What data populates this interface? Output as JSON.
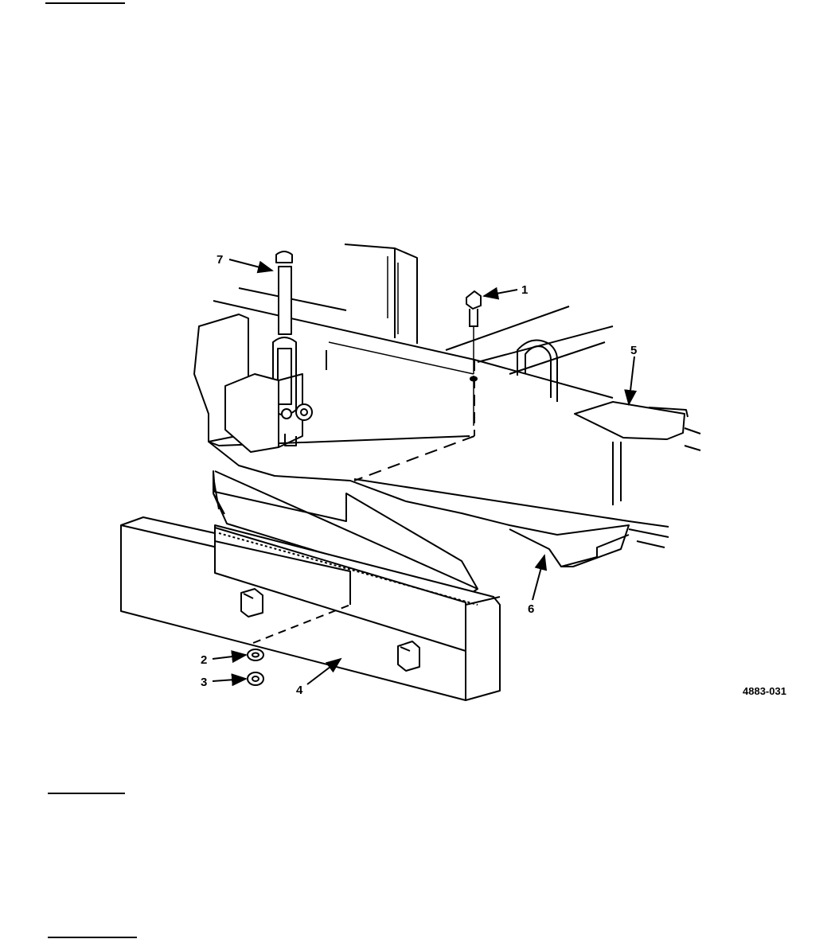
{
  "figure": {
    "callouts": [
      {
        "id": "7",
        "label": "7"
      },
      {
        "id": "1",
        "label": "1"
      },
      {
        "id": "5",
        "label": "5"
      },
      {
        "id": "6",
        "label": "6"
      },
      {
        "id": "2",
        "label": "2"
      },
      {
        "id": "3",
        "label": "3"
      },
      {
        "id": "4",
        "label": "4"
      }
    ],
    "figure_number": "4883-031"
  },
  "colors": {
    "ink": "#000000",
    "paper": "#ffffff",
    "shade": "#e6e6e6"
  }
}
